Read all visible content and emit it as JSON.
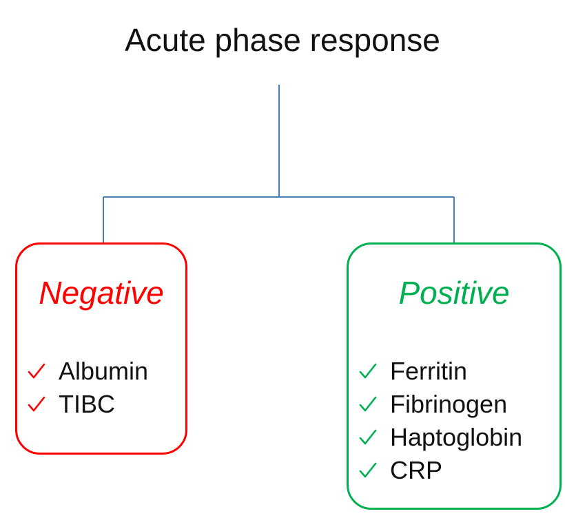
{
  "title": "Acute phase response",
  "colors": {
    "connector": "#4a7ebb",
    "negative": "#ff0000",
    "positive": "#00b050",
    "text": "#111111"
  },
  "branches": [
    {
      "key": "negative",
      "heading": "Negative",
      "icon": "check-icon",
      "items": [
        "Albumin",
        "TIBC"
      ]
    },
    {
      "key": "positive",
      "heading": "Positive",
      "icon": "check-icon",
      "items": [
        "Ferritin",
        "Fibrinogen",
        "Haptoglobin",
        "CRP"
      ]
    }
  ]
}
